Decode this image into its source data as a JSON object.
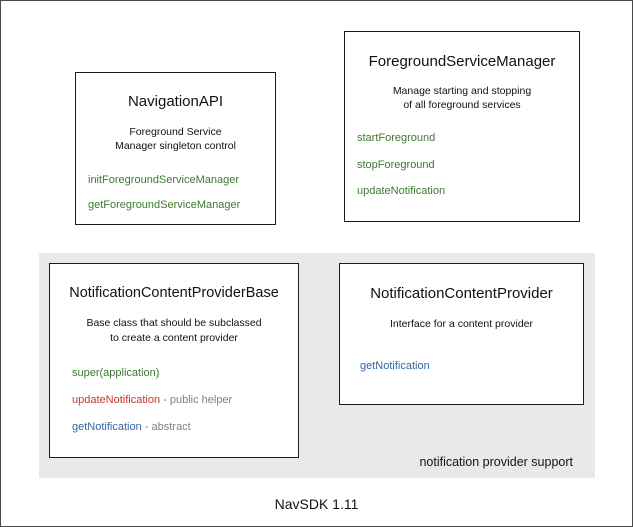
{
  "diagram": {
    "footer_caption": "NavSDK 1.11",
    "colors": {
      "green": "#3d7a33",
      "blue": "#3465a4",
      "red": "#c0392b",
      "note_gray": "#808080",
      "panel_gray": "#e9e9e9",
      "box_border": "#1c1c1c"
    },
    "boxes": {
      "navigation_api": {
        "title": "NavigationAPI",
        "description": "Foreground Service\nManager singleton control",
        "members": [
          {
            "name": "initForegroundServiceManager",
            "color": "green",
            "note": ""
          },
          {
            "name": "getForegroundServiceManager",
            "color": "green",
            "note": ""
          }
        ]
      },
      "foreground_service_manager": {
        "title": "ForegroundServiceManager",
        "description": "Manage starting and stopping\nof all foreground services",
        "members": [
          {
            "name": "startForeground",
            "color": "green",
            "note": ""
          },
          {
            "name": "stopForeground",
            "color": "green",
            "note": ""
          },
          {
            "name": "updateNotification",
            "color": "green",
            "note": ""
          }
        ]
      },
      "notification_content_provider_base": {
        "title": "NotificationContentProviderBase",
        "description": "Base class that should be subclassed\nto create a content provider",
        "members": [
          {
            "name": "super(application)",
            "color": "green",
            "note": ""
          },
          {
            "name": "updateNotification",
            "color": "red",
            "note": " - public helper"
          },
          {
            "name": "getNotification",
            "color": "blue",
            "note": " - abstract"
          }
        ]
      },
      "notification_content_provider": {
        "title": "NotificationContentProvider",
        "description": "Interface for a content provider",
        "members": [
          {
            "name": "getNotification",
            "color": "blue",
            "note": ""
          }
        ]
      }
    },
    "panels": {
      "notification_support": {
        "label": "notification provider support"
      }
    }
  }
}
